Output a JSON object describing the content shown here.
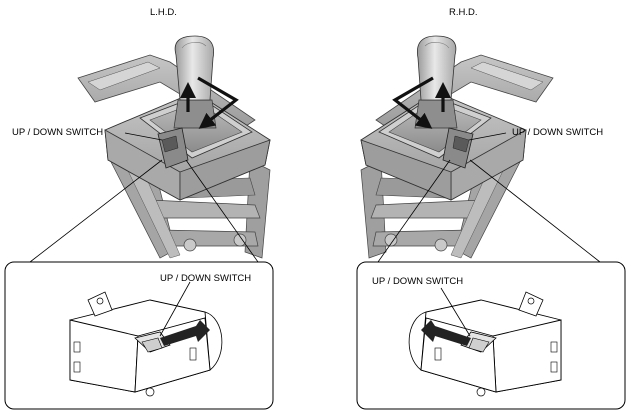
{
  "panels": {
    "left": {
      "heading": "L.H.D.",
      "callout": "UP / DOWN SWITCH",
      "detail_callout": "UP / DOWN SWITCH"
    },
    "right": {
      "heading": "R.H.D.",
      "callout": "UP / DOWN SWITCH",
      "detail_callout": "UP / DOWN SWITCH"
    }
  }
}
